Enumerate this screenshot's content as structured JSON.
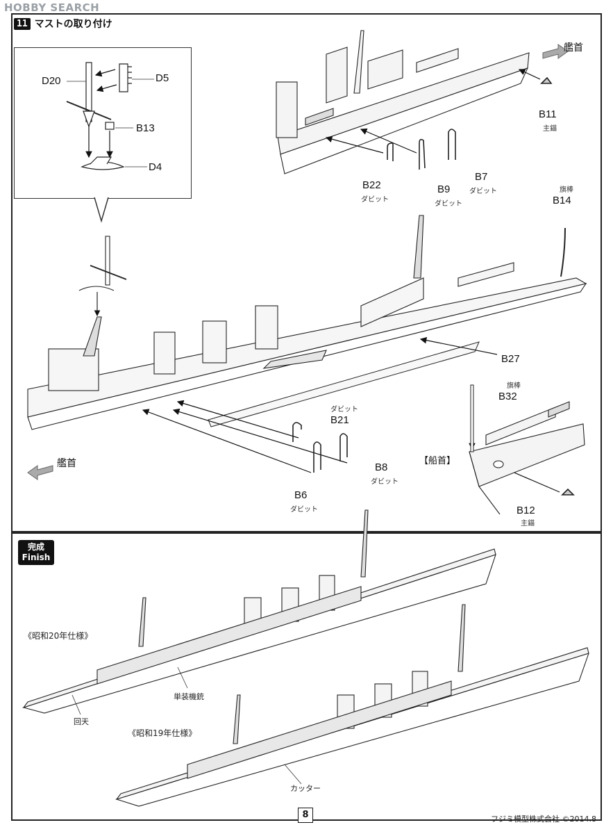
{
  "watermark": "HOBBY SEARCH",
  "step": {
    "number": "11",
    "title": "マストの取り付け"
  },
  "bow_label": "艦首",
  "bow_bracket_label": "【船首】",
  "parts": {
    "D20": "D20",
    "D5": "D5",
    "B13": "B13",
    "D4": "D4",
    "B11": "B11",
    "B11_sub": "主錨",
    "B22": "B22",
    "B22_sub": "ダビット",
    "B9": "B9",
    "B9_sub": "ダビット",
    "B7": "B7",
    "B7_sub": "ダビット",
    "B14": "B14",
    "B14_sub": "旗棒",
    "B27": "B27",
    "B32": "B32",
    "B32_sub": "旗棒",
    "B21": "B21",
    "B21_sub": "ダビット",
    "B8": "B8",
    "B8_sub": "ダビット",
    "B6": "B6",
    "B6_sub": "ダビット",
    "B12": "B12",
    "B12_sub": "主錨"
  },
  "finish": {
    "badge_jp": "完成",
    "badge_en": "Finish",
    "version_1945": "《昭和20年仕様》",
    "version_1944": "《昭和19年仕様》",
    "callout_gun": "単装機銃",
    "callout_radar": "回天",
    "callout_cutter": "カッター"
  },
  "page_number": "8",
  "footer": "フジミ模型株式会社 ©2014.8"
}
